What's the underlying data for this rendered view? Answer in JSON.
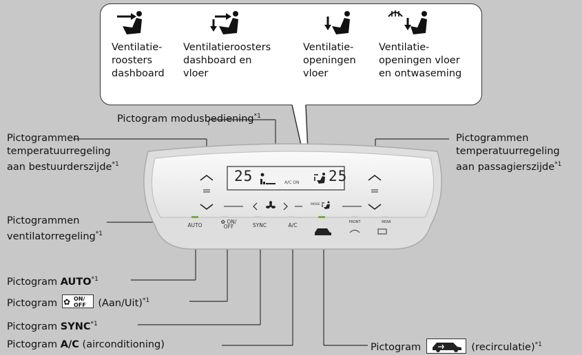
{
  "modes": [
    {
      "icon": "dashboard-vents-icon",
      "label": "Ventilatie-\nroosters\ndashboard"
    },
    {
      "icon": "dashboard-floor-vents-icon",
      "label": "Ventilatieroosters\ndashboard en\nvloer"
    },
    {
      "icon": "floor-vents-icon",
      "label": "Ventilatie-\nopeningen\nvloer"
    },
    {
      "icon": "floor-defrost-vents-icon",
      "label": "Ventilatie-\nopeningen vloer\nen ontwaseming"
    }
  ],
  "mode_control_label": "Pictogram modusbediening",
  "driver_temp_label": "Pictogrammen\ntemperatuurregeling\naan bestuurderszijde",
  "passenger_temp_label": "Pictogrammen\ntemperatuurregeling\naan passagierszijde",
  "fan_control_label": "Pictogrammen\nventilatorregeling",
  "footnote_mark": "*1",
  "auto_label": {
    "prefix": "Pictogram ",
    "bold": "AUTO"
  },
  "onoff_label": {
    "prefix": "Pictogram ",
    "icon_on": "ON/",
    "icon_off": "OFF",
    "suffix": " (Aan/Uit)"
  },
  "sync_label": {
    "prefix": "Pictogram ",
    "bold": "SYNC"
  },
  "ac_label": {
    "prefix": "Pictogram ",
    "bold": "A/C",
    "suffix": " (airconditioning)"
  },
  "recirc_label": {
    "prefix": "Pictogram ",
    "suffix": " (recirculatie)"
  },
  "display": {
    "left_temp": "25",
    "right_temp": "25",
    "ac_text": "A/C ON",
    "mode_text": "MODE"
  },
  "panel_keys": {
    "auto": "AUTO",
    "onoff_on": "ON/",
    "onoff_off": "OFF",
    "sync": "SYNC",
    "ac": "A/C",
    "front": "FRONT",
    "rear": "REAR"
  },
  "colors": {
    "background": "#c8c8c8",
    "panel": "#f7f7f7",
    "indicator": "#7fa84a"
  }
}
